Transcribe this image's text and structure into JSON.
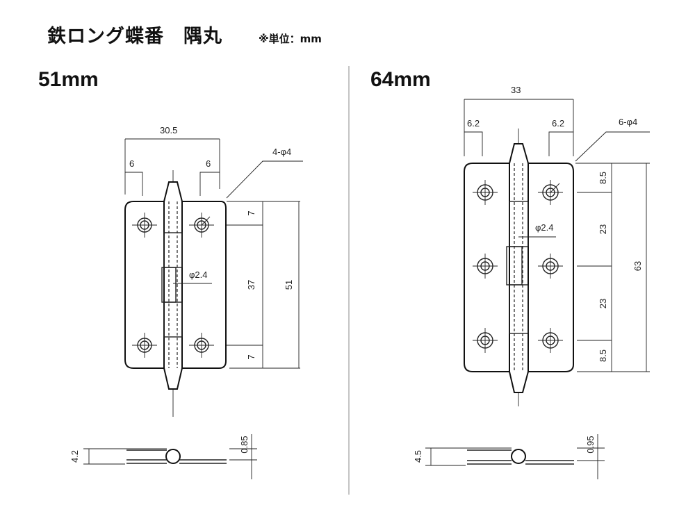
{
  "header": {
    "title": "鉄ロング蝶番　隅丸",
    "unit_note": "※単位：mm"
  },
  "left": {
    "size_label": "51mm",
    "dims": {
      "width": "30.5",
      "edge_left": "6",
      "edge_right": "6",
      "holes": "4-φ4",
      "pin": "φ2.4",
      "top": "7",
      "pitch": "37",
      "height": "51",
      "bottom": "7",
      "knuckle": "4.2",
      "thickness": "0.85"
    }
  },
  "right": {
    "size_label": "64mm",
    "dims": {
      "width": "33",
      "edge_left": "6.2",
      "edge_right": "6.2",
      "holes": "6-φ4",
      "pin": "φ2.4",
      "top": "8.5",
      "pitch1": "23",
      "pitch2": "23",
      "bottom": "8.5",
      "height": "63",
      "knuckle": "4.5",
      "thickness": "0.95"
    }
  }
}
